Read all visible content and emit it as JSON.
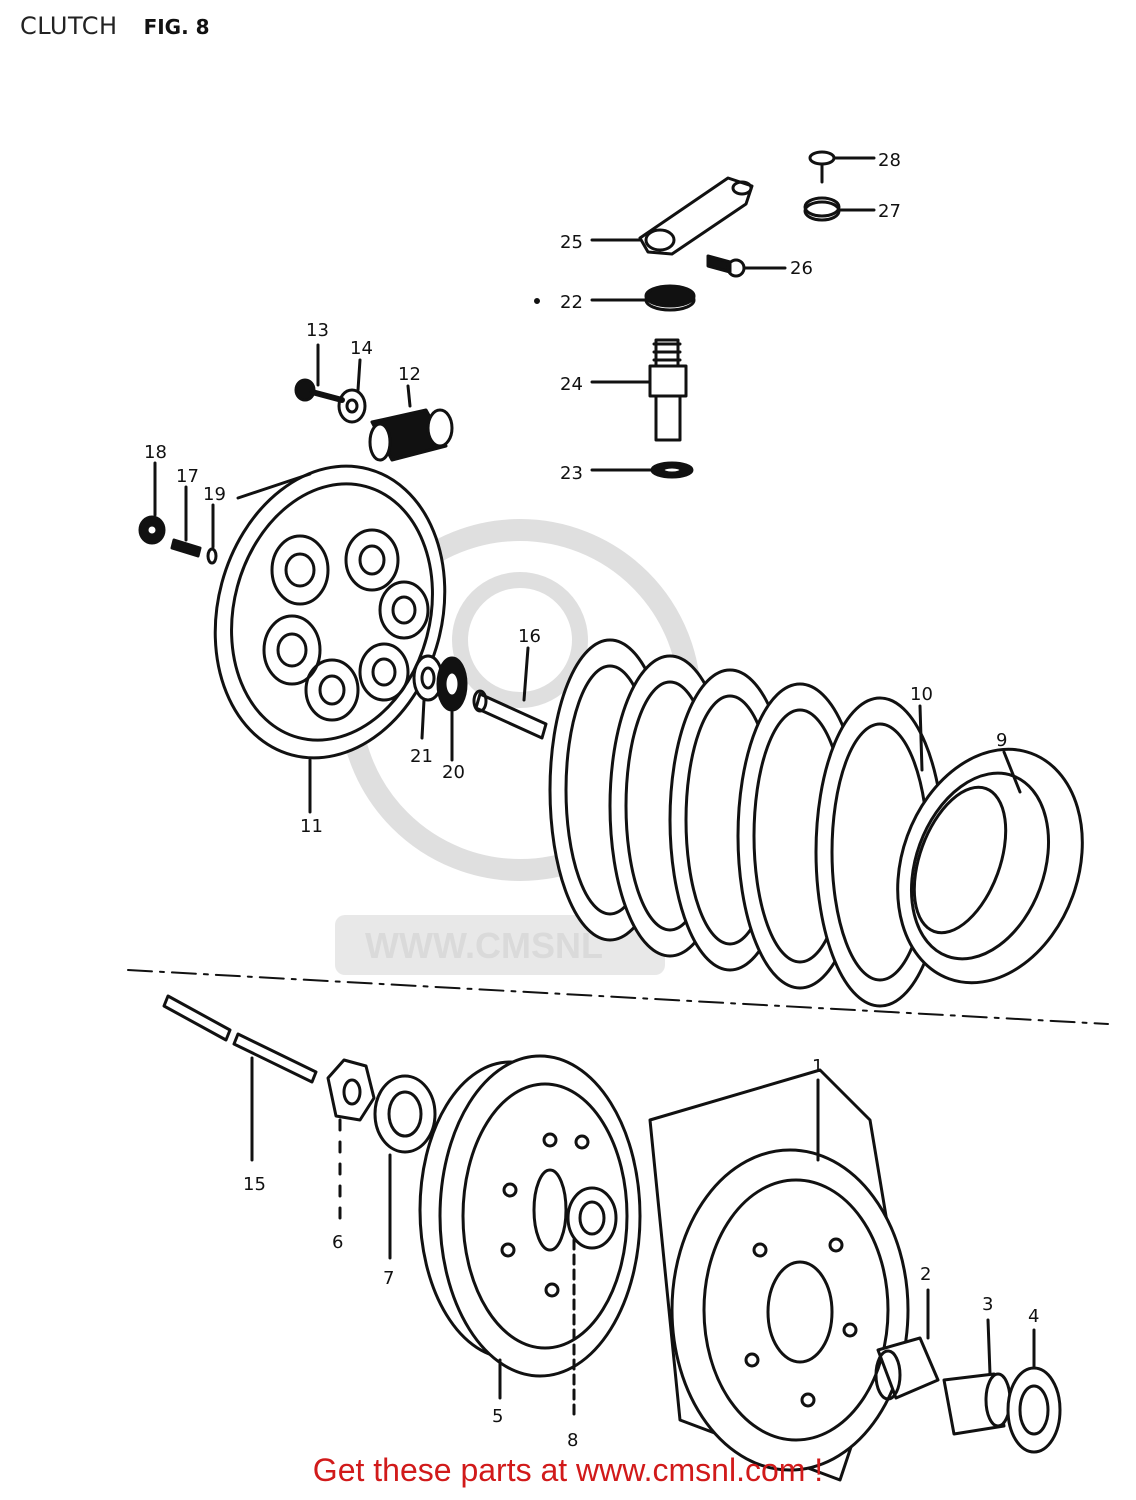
{
  "header": {
    "title": "CLUTCH",
    "figure": "FIG. 8"
  },
  "watermark": "WWW.CMSNL",
  "footer": {
    "promo": "Get these parts at www.cmsnl.com !"
  },
  "parts": {
    "p1": "1",
    "p2": "2",
    "p3": "3",
    "p4": "4",
    "p5": "5",
    "p6": "6",
    "p7": "7",
    "p8": "8",
    "p9": "9",
    "p10": "10",
    "p11": "11",
    "p12": "12",
    "p13": "13",
    "p14": "14",
    "p15": "15",
    "p16": "16",
    "p17": "17",
    "p18": "18",
    "p19": "19",
    "p20": "20",
    "p21": "21",
    "p22": "22",
    "p23": "23",
    "p24": "24",
    "p25": "25",
    "p26": "26",
    "p27": "27",
    "p28": "28"
  },
  "colors": {
    "line": "#111111",
    "promo": "#d11a1a",
    "watermark": "#d7d7d7"
  }
}
